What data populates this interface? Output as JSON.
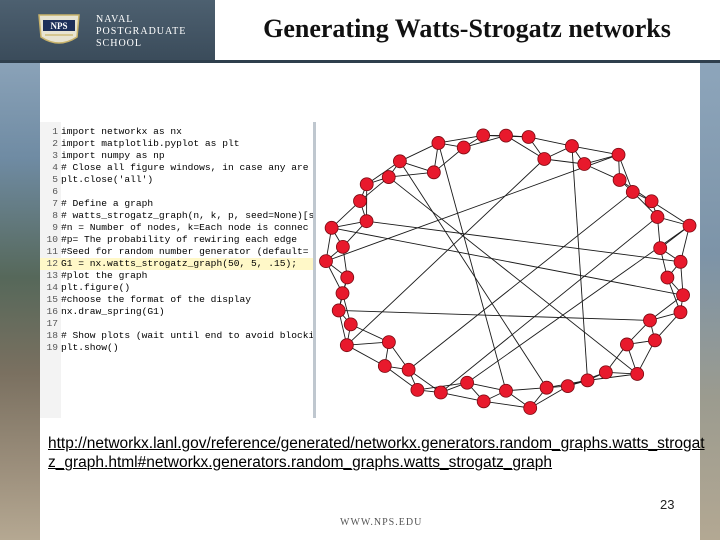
{
  "header": {
    "logo_lines": [
      "NAVAL",
      "POSTGRADUATE",
      "SCHOOL"
    ],
    "seal_text": "NPS",
    "title": "Generating Watts-Strogatz networks"
  },
  "code_panel": {
    "lines": [
      {
        "n": "1",
        "text": "import networkx as nx"
      },
      {
        "n": "2",
        "text": "import matplotlib.pyplot as plt"
      },
      {
        "n": "3",
        "text": "import numpy as np"
      },
      {
        "n": "4",
        "text": "# Close all figure windows, in case any are"
      },
      {
        "n": "5",
        "text": "plt.close('all')"
      },
      {
        "n": "6",
        "text": ""
      },
      {
        "n": "7",
        "text": "# Define a graph"
      },
      {
        "n": "8",
        "text": "# watts_strogatz_graph(n, k, p, seed=None)[s"
      },
      {
        "n": "9",
        "text": "#n = Number of nodes, k=Each node is connec"
      },
      {
        "n": "10",
        "text": "#p= The probability of rewiring each edge"
      },
      {
        "n": "11",
        "text": "#Seed for random number generator (default="
      },
      {
        "n": "12",
        "text": "G1 = nx.watts_strogatz_graph(50, 5, .15);"
      },
      {
        "n": "13",
        "text": "#plot the graph"
      },
      {
        "n": "14",
        "text": "plt.figure()"
      },
      {
        "n": "15",
        "text": "#choose the format of the display"
      },
      {
        "n": "16",
        "text": "nx.draw_spring(G1)"
      },
      {
        "n": "17",
        "text": ""
      },
      {
        "n": "18",
        "text": "# Show plots (wait until end to avoid blocki"
      },
      {
        "n": "19",
        "text": "plt.show()"
      }
    ]
  },
  "colors": {
    "node_fill": "#e8192c",
    "node_stroke": "#7a0a12",
    "edge": "#1a1a1a",
    "header_bar": "#3f5060"
  },
  "link_text": "http://networkx.lanl.gov/reference/generated/networkx.generators.random_graphs.watts_strogatz_graph.html#networkx.generators.random_graphs.watts_strogatz_graph",
  "page_number": "23",
  "footer_url": "WWW.NPS.EDU"
}
